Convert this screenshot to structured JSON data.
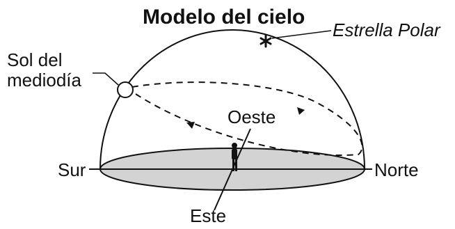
{
  "diagram": {
    "title": "Modelo del cielo",
    "labels": {
      "polaris": "Estrella Polar",
      "sun_line1": "Sol del",
      "sun_line2": "mediodía",
      "west": "Oeste",
      "south": "Sur",
      "north": "Norte",
      "east": "Este"
    }
  }
}
